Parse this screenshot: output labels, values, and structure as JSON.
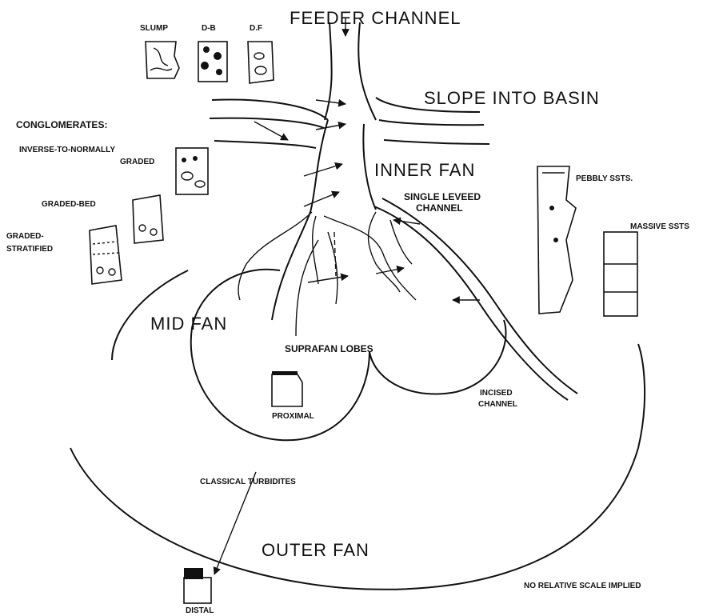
{
  "title": "FEEDER CHANNEL",
  "regions": {
    "slope": "SLOPE INTO BASIN",
    "inner_fan": "INNER FAN",
    "mid_fan": "MID FAN",
    "outer_fan": "OUTER FAN",
    "suprafan_lobes": "SUPRAFAN LOBES",
    "single_leveed_channel": [
      "SINGLE LEVEED",
      "CHANNEL"
    ],
    "incised_channel": [
      "INCISED",
      "CHANNEL"
    ]
  },
  "facies": {
    "slump": "SLUMP",
    "debris_b": "D-B",
    "debris_flow": "D.F",
    "conglomerates": "CONGLOMERATES:",
    "inverse_normal": [
      "INVERSE-TO-NORMALLY",
      "GRADED"
    ],
    "graded_bed": "GRADED-BED",
    "graded_stratified": [
      "GRADED-",
      "STRATIFIED"
    ],
    "pebbly": "PEBBLY SSTS.",
    "massive": "MASSIVE SSTS",
    "classical_turbidites": "CLASSICAL TURBIDITES",
    "proximal": "PROXIMAL",
    "distal": "DISTAL"
  },
  "note": "NO RELATIVE SCALE IMPLIED"
}
